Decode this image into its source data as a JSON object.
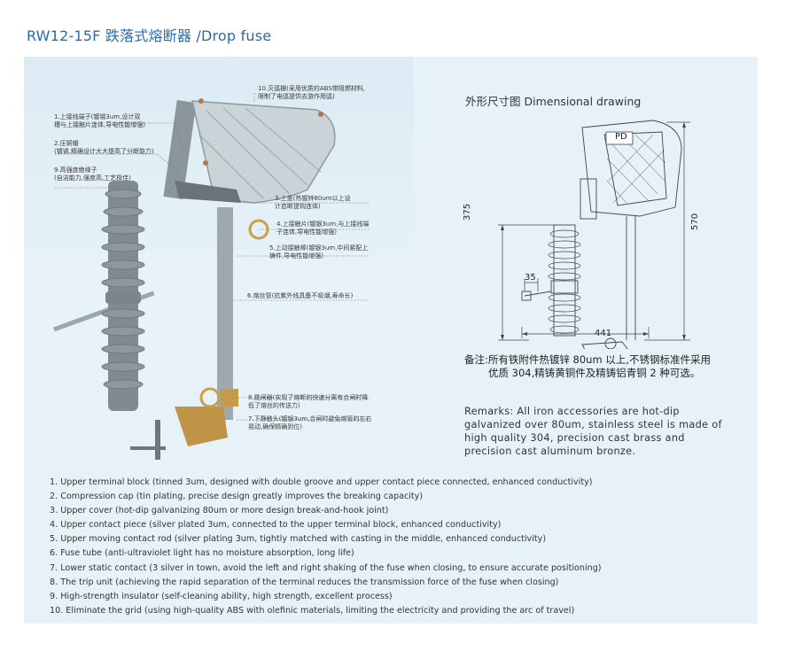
{
  "title": "RW12-15F 跌落式熔断器 /Drop fuse",
  "callouts": [
    "10.灭弧栅(采用优质的ABS带阻燃材料,",
    "限制了电弧提供去游作用弧)",
    "1.上接线端子(镀锡3um,设计双",
    "槽与上接触片连体,导电性能增强)",
    "2.压铜帽",
    "(镀锡,精确设计大大提高了分断能力)",
    "9.高强度绝缘子",
    "(自洁能力,强度高,工艺极佳)",
    "3.上盖(热镀锌80um以上设",
    "计启断提钩连体)",
    "4.上接触片(镀银3um,与上接线端",
    "子连体,导电性能增强)",
    "5.上动接触棒(镀银3um,中间紧配上",
    "铸件,导电性能增强)",
    "6.熔丝管(抗紫外线具备不吸潮,寿命长)",
    "8.跳闸器(实现了熔断的快速分离有合闸时降",
    "低了熔丝的传送力)",
    "7.下静触头(镀银3um,合闸时避免熔管的左右",
    "晃动,确保精确到位)"
  ],
  "dimensional": {
    "title": "外形尺寸图 Dimensional drawing",
    "pd_label": "PD",
    "dim_375": "375",
    "dim_35": "35",
    "dim_570": "570",
    "dim_441": "441"
  },
  "note_cn_line1": "备注:所有铁附件热镀锌 80um 以上,不锈钢标准件采用",
  "note_cn_line2": "优质 304,精铸黄铜件及精铸铝青铜 2 种可选。",
  "remarks": "Remarks: All iron accessories are hot-dip galvanized over 80um, stainless steel is made of high quality 304, precision cast brass and precision cast aluminum bronze.",
  "features": [
    "1. Upper terminal block (tinned 3um, designed with double groove and upper contact piece connected, enhanced conductivity)",
    "2. Compression cap (tin plating, precise design greatly improves the breaking capacity)",
    "3. Upper cover (hot-dip galvanizing 80um or more design break-and-hook joint)",
    "4. Upper contact piece (silver plated 3um, connected to the upper terminal block, enhanced conductivity)",
    "5. Upper moving contact rod (silver plating 3um, tightly matched with casting in the middle, enhanced conductivity)",
    "6. Fuse tube (anti-ultraviolet light has no moisture absorption, long life)",
    "7. Lower static contact (3 silver in town, avoid the left and right shaking of the fuse when closing, to ensure accurate positioning)",
    "8. The trip unit (achieving the rapid separation of the terminal reduces the transmission force of the fuse when closing)",
    "9. High-strength insulator (self-cleaning ability, high strength, excellent process)",
    "10. Eliminate the grid (using high-quality ABS with olefinic materials, limiting the electricity and providing the arc of travel)"
  ]
}
